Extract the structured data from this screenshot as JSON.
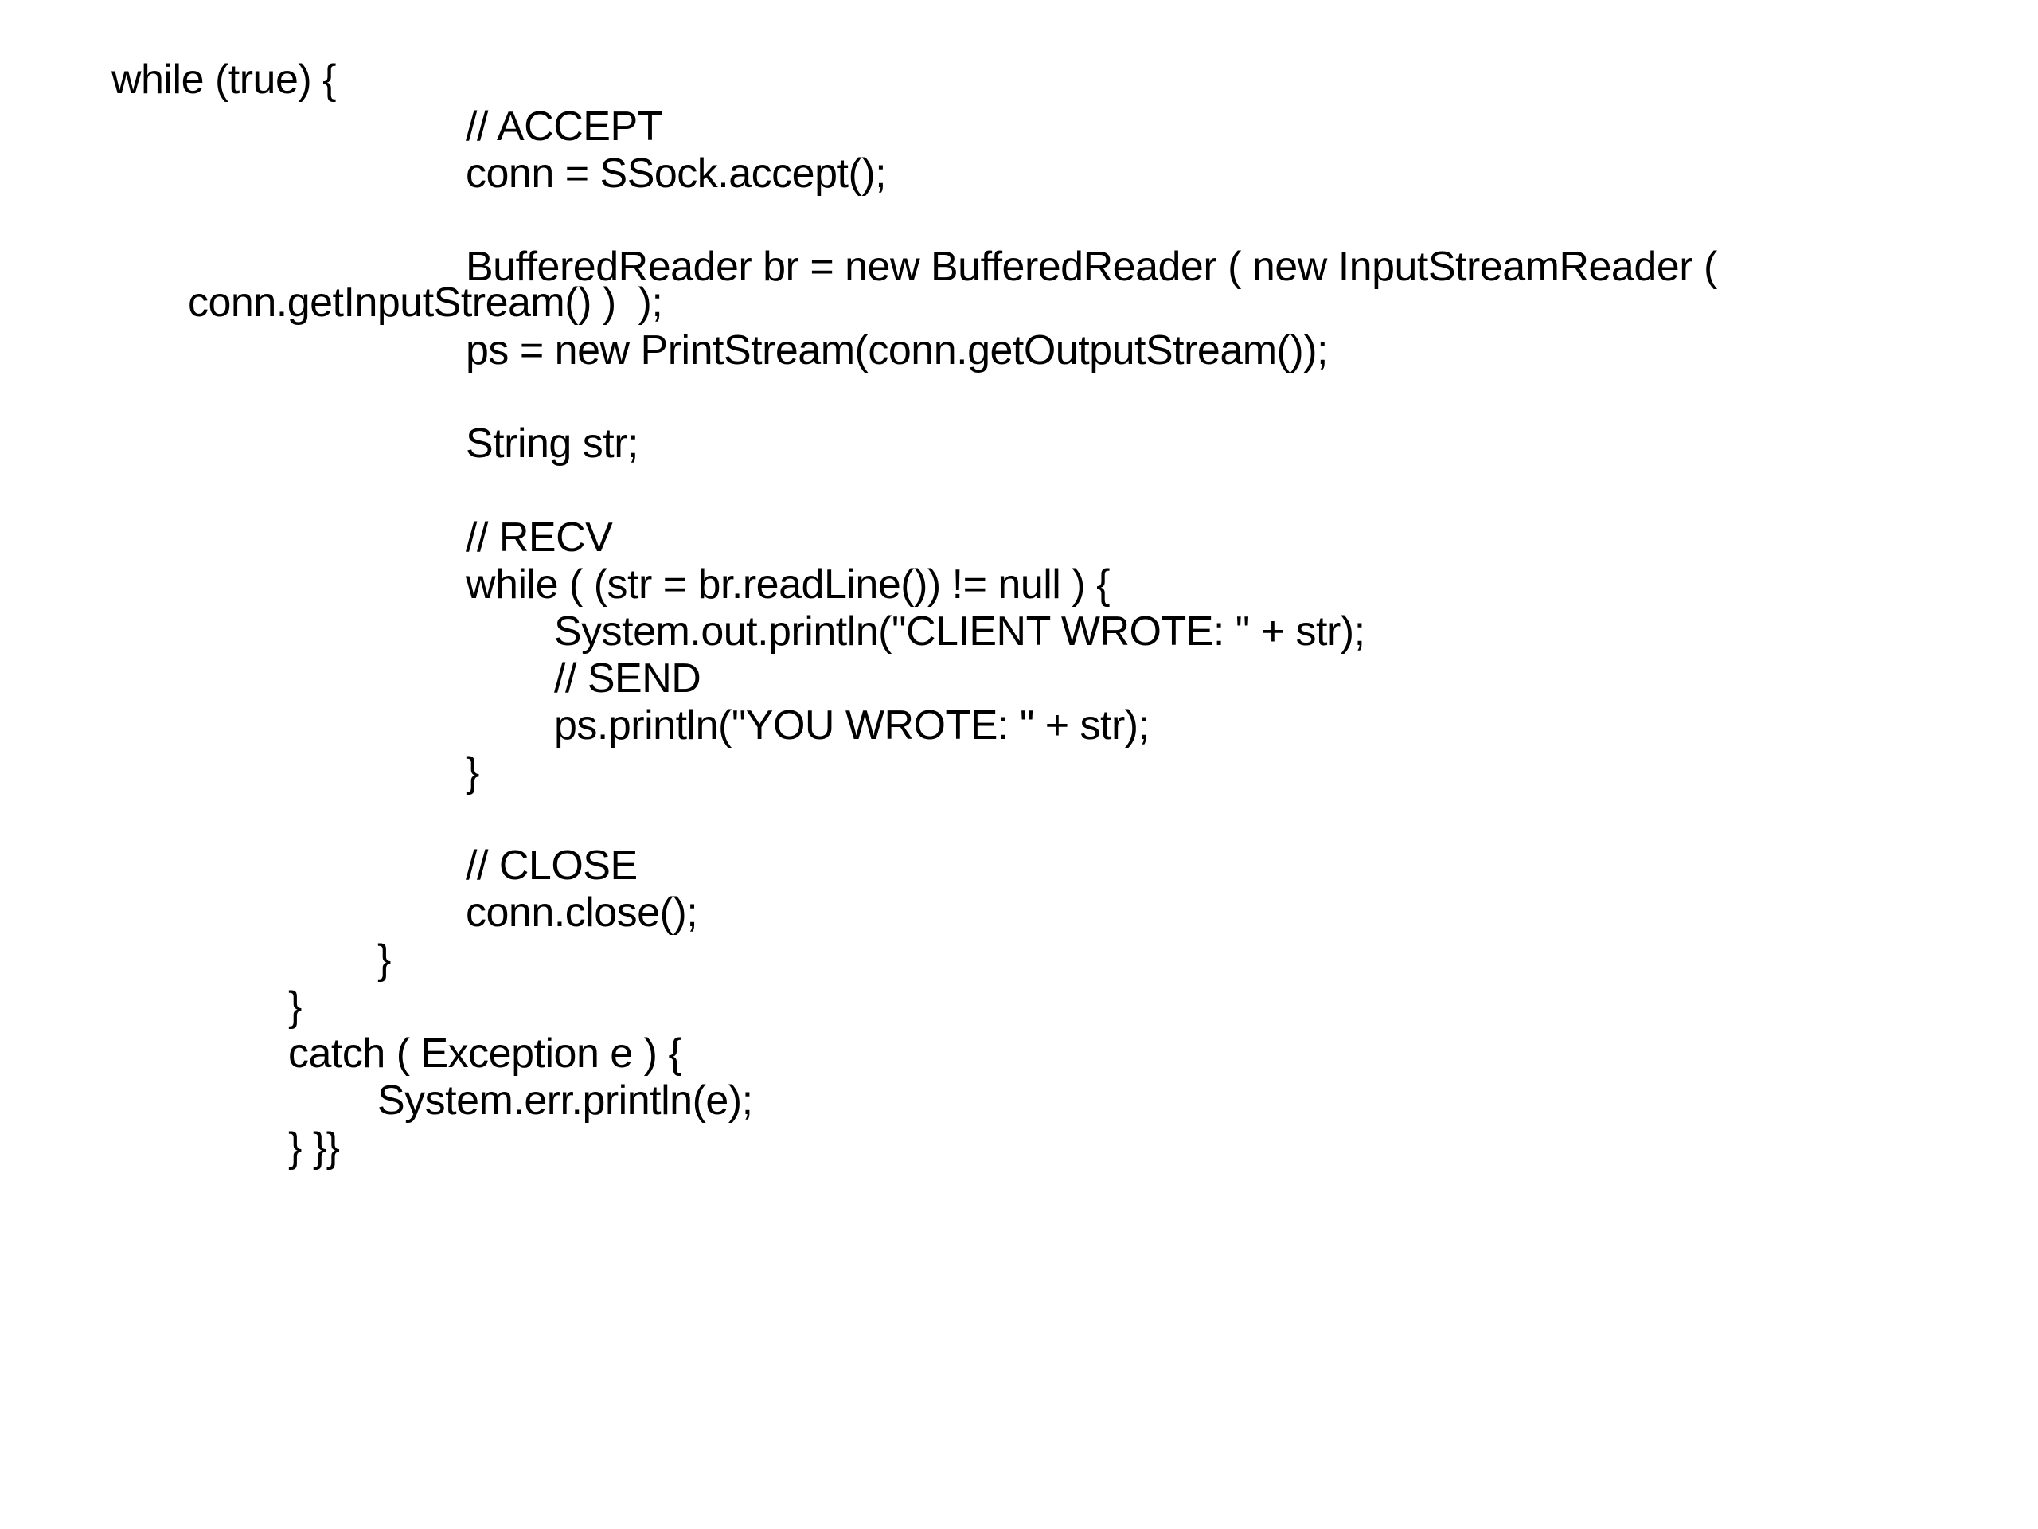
{
  "code": {
    "lines": [
      "while (true) {",
      "// ACCEPT",
      "conn = SSock.accept();",
      "BufferedReader br = new BufferedReader ( new InputStreamReader (",
      "conn.getInputStream() )  );",
      "ps = new PrintStream(conn.getOutputStream());",
      "String str;",
      "// RECV",
      "while ( (str = br.readLine()) != null ) {",
      "System.out.println(\"CLIENT WROTE: \" + str);",
      "// SEND",
      "ps.println(\"YOU WROTE: \" + str);",
      "}",
      "// CLOSE",
      "conn.close();",
      "}",
      "}",
      "catch ( Exception e ) {",
      "System.err.println(e);",
      "} }}"
    ]
  },
  "colors": {
    "background": "#ffffff",
    "text": "#000000"
  }
}
